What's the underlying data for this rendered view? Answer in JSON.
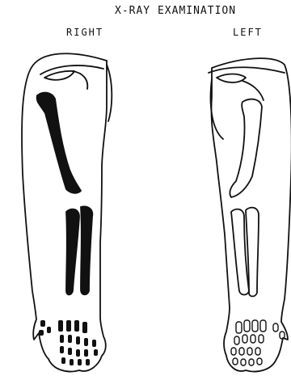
{
  "title": "X-RAY EXAMINATION",
  "labels": {
    "right": "RIGHT",
    "left": "LEFT"
  }
}
